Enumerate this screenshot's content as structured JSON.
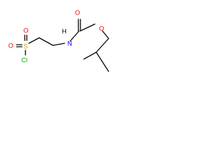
{
  "molecule": {
    "atoms": [
      {
        "id": "o_carbonyl",
        "symbol": "O",
        "label": "O",
        "color": "#ff0000"
      },
      {
        "id": "o_ester",
        "symbol": "O",
        "label": "O",
        "color": "#ff0000"
      },
      {
        "id": "h_amide",
        "symbol": "H",
        "label": "H",
        "color": "#000000"
      },
      {
        "id": "n_amide",
        "symbol": "N",
        "label": "N",
        "color": "#0000ff"
      },
      {
        "id": "s",
        "symbol": "S",
        "label": "S",
        "color": "#c8a000"
      },
      {
        "id": "o_sulfonyl_top",
        "symbol": "O",
        "label": "O",
        "color": "#ff0000"
      },
      {
        "id": "o_sulfonyl_left",
        "symbol": "O",
        "label": "O",
        "color": "#ff0000"
      },
      {
        "id": "cl",
        "symbol": "Cl",
        "label": "Cl",
        "color": "#00aa00"
      }
    ]
  }
}
